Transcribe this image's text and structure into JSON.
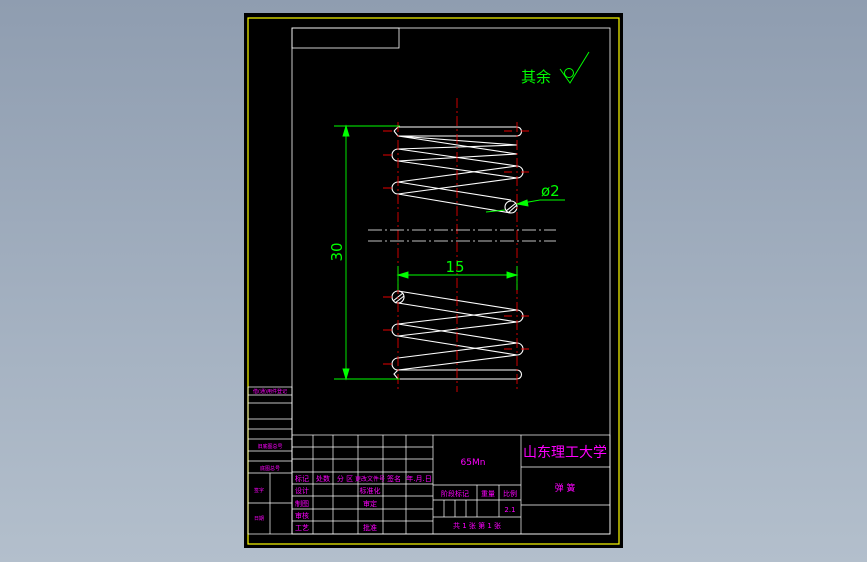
{
  "colors": {
    "background": "#9aa8b9",
    "sheet": "#000000",
    "border": "#ffff00",
    "geometry": "#ffffff",
    "centerline": "#ff0000",
    "dimension": "#00ff00",
    "title_text": "#ff00ff",
    "grid_line": "#ffffff"
  },
  "drawing": {
    "surface_finish_label": "其余",
    "dimensions": {
      "wire_diameter": "ø2",
      "free_length": "30",
      "mean_diameter": "15"
    }
  },
  "title_block": {
    "material": "65Mn",
    "school": "山东理工大学",
    "part_name": "弹 簧",
    "revision_header": [
      "标记",
      "处数",
      "分 区",
      "更改文件号",
      "签名",
      "年.月.日"
    ],
    "signatures": {
      "design": "设计",
      "standardize": "标准化",
      "drafting": "制图",
      "review": "审定",
      "check": "审核",
      "process": "工艺",
      "approve": "批准"
    },
    "stage_mark": "阶段标记",
    "weight": "重量",
    "scale": "比例",
    "scale_value": "2.1",
    "sheets": "共 1 张  第 1 张"
  },
  "left_strip": {
    "cells": [
      "借(通)用件登记",
      "旧底图总号",
      "底图总号",
      "签字",
      "日期"
    ]
  }
}
